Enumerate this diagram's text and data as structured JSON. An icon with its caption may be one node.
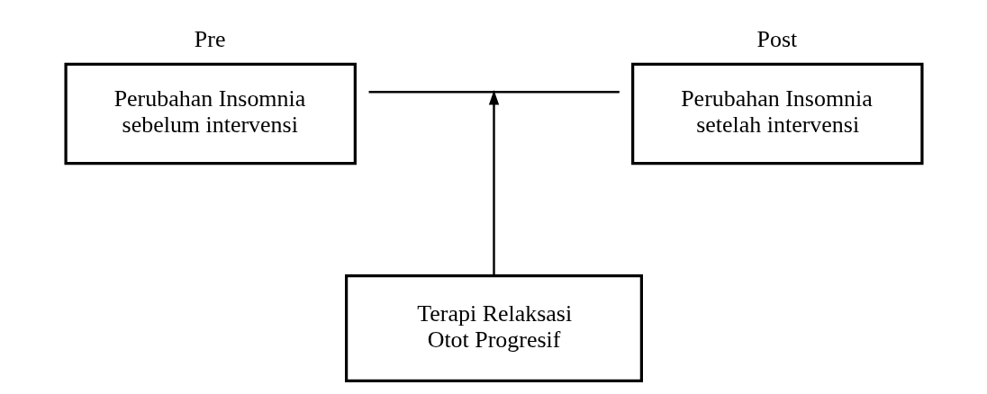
{
  "diagram": {
    "nodes": [
      {
        "text": [
          "Perubahan Insomnia sebelum intervensi"
        ],
        "beside": [
          "Pre"
        ]
      },
      {
        "text": [
          "Perubahan Insomnia setelah intervensi"
        ],
        "beside": [
          "Post"
        ]
      },
      {
        "text": [
          "Terapi Relaksasi Otot Progresif"
        ]
      }
    ],
    "edges": [
      {
        "from": 0,
        "to": 1,
        "arrow": "none"
      },
      {
        "from": 2,
        "to": null,
        "arrow": "to"
      }
    ]
  }
}
